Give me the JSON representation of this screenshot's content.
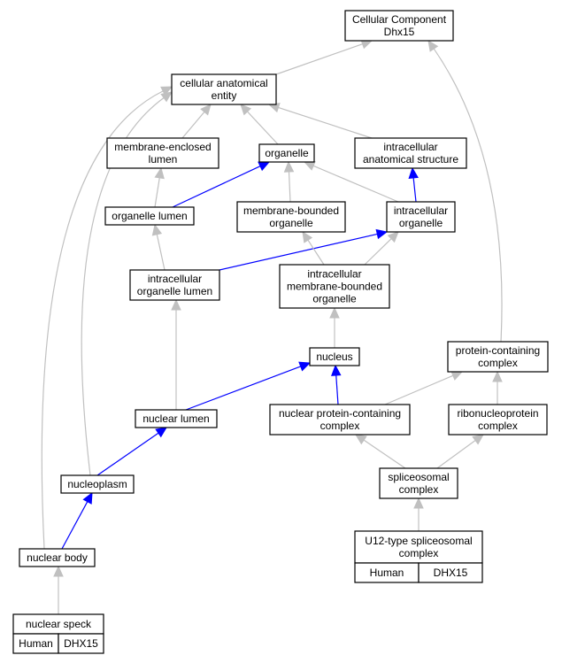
{
  "colors": {
    "gray_edge": "#c0c0c0",
    "blue_edge": "#0000ff",
    "highlight_fill": "#ff6347",
    "node_fill": "#ffffff",
    "node_border": "#000000"
  },
  "nodes": [
    {
      "id": "cc-root",
      "lines": [
        "Cellular Component",
        "Dhx15"
      ]
    },
    {
      "id": "cellular-anatomical-entity",
      "lines": [
        "cellular anatomical",
        "entity"
      ]
    },
    {
      "id": "membrane-enclosed-lumen",
      "lines": [
        "membrane-enclosed",
        "lumen"
      ]
    },
    {
      "id": "organelle",
      "lines": [
        "organelle"
      ]
    },
    {
      "id": "intracellular-anatomical-structure",
      "lines": [
        "intracellular",
        "anatomical structure"
      ]
    },
    {
      "id": "organelle-lumen",
      "lines": [
        "organelle lumen"
      ]
    },
    {
      "id": "membrane-bounded-organelle",
      "lines": [
        "membrane-bounded",
        "organelle"
      ]
    },
    {
      "id": "intracellular-organelle",
      "lines": [
        "intracellular",
        "organelle"
      ]
    },
    {
      "id": "intracellular-organelle-lumen",
      "lines": [
        "intracellular",
        "organelle lumen"
      ]
    },
    {
      "id": "intracellular-membrane-bounded-organelle",
      "lines": [
        "intracellular",
        "membrane-bounded",
        "organelle"
      ]
    },
    {
      "id": "nucleus",
      "lines": [
        "nucleus"
      ]
    },
    {
      "id": "protein-containing-complex",
      "lines": [
        "protein-containing",
        "complex"
      ]
    },
    {
      "id": "nuclear-lumen",
      "lines": [
        "nuclear lumen"
      ]
    },
    {
      "id": "nuclear-protein-containing-complex",
      "lines": [
        "nuclear protein-containing",
        "complex"
      ]
    },
    {
      "id": "ribonucleoprotein-complex",
      "lines": [
        "ribonucleoprotein",
        "complex"
      ]
    },
    {
      "id": "nucleoplasm",
      "lines": [
        "nucleoplasm"
      ]
    },
    {
      "id": "spliceosomal-complex",
      "lines": [
        "spliceosomal",
        "complex"
      ]
    },
    {
      "id": "nuclear-body",
      "lines": [
        "nuclear body"
      ]
    },
    {
      "id": "u12-type-spliceosomal-complex",
      "lines": [
        "U12-type spliceosomal",
        "complex"
      ],
      "annotation": [
        "Human",
        "DHX15"
      ]
    },
    {
      "id": "nuclear-speck",
      "lines": [
        "nuclear speck"
      ],
      "annotation": [
        "Human",
        "DHX15"
      ]
    }
  ],
  "edges": [
    {
      "from": "cellular-anatomical-entity",
      "to": "cc-root",
      "color": "gray"
    },
    {
      "from": "protein-containing-complex",
      "to": "cc-root",
      "color": "gray"
    },
    {
      "from": "membrane-enclosed-lumen",
      "to": "cellular-anatomical-entity",
      "color": "gray"
    },
    {
      "from": "organelle",
      "to": "cellular-anatomical-entity",
      "color": "gray"
    },
    {
      "from": "intracellular-anatomical-structure",
      "to": "cellular-anatomical-entity",
      "color": "gray"
    },
    {
      "from": "nucleoplasm",
      "to": "cellular-anatomical-entity",
      "color": "gray"
    },
    {
      "from": "nuclear-body",
      "to": "cellular-anatomical-entity",
      "color": "gray"
    },
    {
      "from": "organelle-lumen",
      "to": "membrane-enclosed-lumen",
      "color": "gray"
    },
    {
      "from": "organelle-lumen",
      "to": "organelle",
      "color": "blue"
    },
    {
      "from": "membrane-bounded-organelle",
      "to": "organelle",
      "color": "gray"
    },
    {
      "from": "intracellular-organelle",
      "to": "organelle",
      "color": "gray"
    },
    {
      "from": "intracellular-organelle",
      "to": "intracellular-anatomical-structure",
      "color": "blue"
    },
    {
      "from": "intracellular-organelle-lumen",
      "to": "organelle-lumen",
      "color": "gray"
    },
    {
      "from": "intracellular-organelle-lumen",
      "to": "intracellular-organelle",
      "color": "blue"
    },
    {
      "from": "intracellular-membrane-bounded-organelle",
      "to": "membrane-bounded-organelle",
      "color": "gray"
    },
    {
      "from": "intracellular-membrane-bounded-organelle",
      "to": "intracellular-organelle",
      "color": "gray"
    },
    {
      "from": "nucleus",
      "to": "intracellular-membrane-bounded-organelle",
      "color": "gray"
    },
    {
      "from": "nuclear-lumen",
      "to": "intracellular-organelle-lumen",
      "color": "gray"
    },
    {
      "from": "nuclear-lumen",
      "to": "nucleus",
      "color": "blue"
    },
    {
      "from": "nuclear-protein-containing-complex",
      "to": "nucleus",
      "color": "blue"
    },
    {
      "from": "nuclear-protein-containing-complex",
      "to": "protein-containing-complex",
      "color": "gray"
    },
    {
      "from": "ribonucleoprotein-complex",
      "to": "protein-containing-complex",
      "color": "gray"
    },
    {
      "from": "nucleoplasm",
      "to": "nuclear-lumen",
      "color": "blue"
    },
    {
      "from": "spliceosomal-complex",
      "to": "nuclear-protein-containing-complex",
      "color": "gray"
    },
    {
      "from": "spliceosomal-complex",
      "to": "ribonucleoprotein-complex",
      "color": "gray"
    },
    {
      "from": "nuclear-body",
      "to": "nucleoplasm",
      "color": "blue"
    },
    {
      "from": "u12-type-spliceosomal-complex",
      "to": "spliceosomal-complex",
      "color": "gray"
    },
    {
      "from": "nuclear-speck",
      "to": "nuclear-body",
      "color": "gray"
    }
  ]
}
